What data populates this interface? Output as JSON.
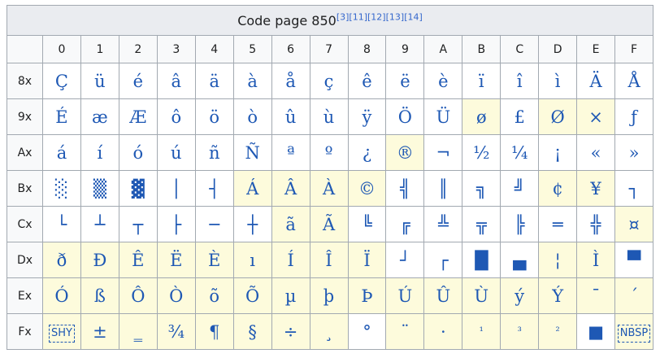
{
  "title": "Code page 850",
  "refs": [
    "[3]",
    "[11]",
    "[12]",
    "[13]",
    "[14]"
  ],
  "columns": [
    "0",
    "1",
    "2",
    "3",
    "4",
    "5",
    "6",
    "7",
    "8",
    "9",
    "A",
    "B",
    "C",
    "D",
    "E",
    "F"
  ],
  "rows": [
    {
      "label": "8x",
      "cells": [
        {
          "ch": "Ç",
          "h": 0
        },
        {
          "ch": "ü",
          "h": 0
        },
        {
          "ch": "é",
          "h": 0
        },
        {
          "ch": "â",
          "h": 0
        },
        {
          "ch": "ä",
          "h": 0
        },
        {
          "ch": "à",
          "h": 0
        },
        {
          "ch": "å",
          "h": 0
        },
        {
          "ch": "ç",
          "h": 0
        },
        {
          "ch": "ê",
          "h": 0
        },
        {
          "ch": "ë",
          "h": 0
        },
        {
          "ch": "è",
          "h": 0
        },
        {
          "ch": "ï",
          "h": 0
        },
        {
          "ch": "î",
          "h": 0
        },
        {
          "ch": "ì",
          "h": 0
        },
        {
          "ch": "Ä",
          "h": 0
        },
        {
          "ch": "Å",
          "h": 0
        }
      ]
    },
    {
      "label": "9x",
      "cells": [
        {
          "ch": "É",
          "h": 0
        },
        {
          "ch": "æ",
          "h": 0
        },
        {
          "ch": "Æ",
          "h": 0
        },
        {
          "ch": "ô",
          "h": 0
        },
        {
          "ch": "ö",
          "h": 0
        },
        {
          "ch": "ò",
          "h": 0
        },
        {
          "ch": "û",
          "h": 0
        },
        {
          "ch": "ù",
          "h": 0
        },
        {
          "ch": "ÿ",
          "h": 0
        },
        {
          "ch": "Ö",
          "h": 0
        },
        {
          "ch": "Ü",
          "h": 0
        },
        {
          "ch": "ø",
          "h": 1
        },
        {
          "ch": "£",
          "h": 0
        },
        {
          "ch": "Ø",
          "h": 1
        },
        {
          "ch": "×",
          "h": 1
        },
        {
          "ch": "ƒ",
          "h": 0
        }
      ]
    },
    {
      "label": "Ax",
      "cells": [
        {
          "ch": "á",
          "h": 0
        },
        {
          "ch": "í",
          "h": 0
        },
        {
          "ch": "ó",
          "h": 0
        },
        {
          "ch": "ú",
          "h": 0
        },
        {
          "ch": "ñ",
          "h": 0
        },
        {
          "ch": "Ñ",
          "h": 0
        },
        {
          "ch": "ª",
          "h": 0
        },
        {
          "ch": "º",
          "h": 0
        },
        {
          "ch": "¿",
          "h": 0
        },
        {
          "ch": "®",
          "h": 1
        },
        {
          "ch": "¬",
          "h": 0
        },
        {
          "ch": "½",
          "h": 0
        },
        {
          "ch": "¼",
          "h": 0
        },
        {
          "ch": "¡",
          "h": 0
        },
        {
          "ch": "«",
          "h": 0
        },
        {
          "ch": "»",
          "h": 0
        }
      ]
    },
    {
      "label": "Bx",
      "cells": [
        {
          "ch": "░",
          "h": 0
        },
        {
          "ch": "▒",
          "h": 0
        },
        {
          "ch": "▓",
          "h": 0
        },
        {
          "ch": "│",
          "h": 0
        },
        {
          "ch": "┤",
          "h": 0
        },
        {
          "ch": "Á",
          "h": 1
        },
        {
          "ch": "Â",
          "h": 1
        },
        {
          "ch": "À",
          "h": 1
        },
        {
          "ch": "©",
          "h": 1
        },
        {
          "ch": "╣",
          "h": 0
        },
        {
          "ch": "║",
          "h": 0
        },
        {
          "ch": "╗",
          "h": 0
        },
        {
          "ch": "╝",
          "h": 0
        },
        {
          "ch": "¢",
          "h": 1
        },
        {
          "ch": "¥",
          "h": 1
        },
        {
          "ch": "┐",
          "h": 0
        }
      ]
    },
    {
      "label": "Cx",
      "cells": [
        {
          "ch": "└",
          "h": 0
        },
        {
          "ch": "┴",
          "h": 0
        },
        {
          "ch": "┬",
          "h": 0
        },
        {
          "ch": "├",
          "h": 0
        },
        {
          "ch": "─",
          "h": 0
        },
        {
          "ch": "┼",
          "h": 0
        },
        {
          "ch": "ã",
          "h": 1
        },
        {
          "ch": "Ã",
          "h": 1
        },
        {
          "ch": "╚",
          "h": 0
        },
        {
          "ch": "╔",
          "h": 0
        },
        {
          "ch": "╩",
          "h": 0
        },
        {
          "ch": "╦",
          "h": 0
        },
        {
          "ch": "╠",
          "h": 0
        },
        {
          "ch": "═",
          "h": 0
        },
        {
          "ch": "╬",
          "h": 0
        },
        {
          "ch": "¤",
          "h": 1
        }
      ]
    },
    {
      "label": "Dx",
      "cells": [
        {
          "ch": "ð",
          "h": 1
        },
        {
          "ch": "Đ",
          "h": 1
        },
        {
          "ch": "Ê",
          "h": 1
        },
        {
          "ch": "Ë",
          "h": 1
        },
        {
          "ch": "È",
          "h": 1
        },
        {
          "ch": "ı",
          "h": 1
        },
        {
          "ch": "Í",
          "h": 1
        },
        {
          "ch": "Î",
          "h": 1
        },
        {
          "ch": "Ï",
          "h": 1
        },
        {
          "ch": "┘",
          "h": 0
        },
        {
          "ch": "┌",
          "h": 0
        },
        {
          "ch": "█",
          "h": 0
        },
        {
          "ch": "▄",
          "h": 0
        },
        {
          "ch": "¦",
          "h": 1
        },
        {
          "ch": "Ì",
          "h": 1
        },
        {
          "ch": "▀",
          "h": 0
        }
      ]
    },
    {
      "label": "Ex",
      "cells": [
        {
          "ch": "Ó",
          "h": 1
        },
        {
          "ch": "ß",
          "h": 1
        },
        {
          "ch": "Ô",
          "h": 1
        },
        {
          "ch": "Ò",
          "h": 1
        },
        {
          "ch": "õ",
          "h": 1
        },
        {
          "ch": "Õ",
          "h": 1
        },
        {
          "ch": "µ",
          "h": 1
        },
        {
          "ch": "þ",
          "h": 1
        },
        {
          "ch": "Þ",
          "h": 1
        },
        {
          "ch": "Ú",
          "h": 1
        },
        {
          "ch": "Û",
          "h": 1
        },
        {
          "ch": "Ù",
          "h": 1
        },
        {
          "ch": "ý",
          "h": 1
        },
        {
          "ch": "Ý",
          "h": 1
        },
        {
          "ch": "¯",
          "h": 1
        },
        {
          "ch": "´",
          "h": 1
        }
      ]
    },
    {
      "label": "Fx",
      "cells": [
        {
          "ch": "SHY",
          "h": 1,
          "boxed": 1
        },
        {
          "ch": "±",
          "h": 1
        },
        {
          "ch": "‗",
          "h": 1
        },
        {
          "ch": "¾",
          "h": 1
        },
        {
          "ch": "¶",
          "h": 1
        },
        {
          "ch": "§",
          "h": 1
        },
        {
          "ch": "÷",
          "h": 1
        },
        {
          "ch": "¸",
          "h": 1
        },
        {
          "ch": "°",
          "h": 0
        },
        {
          "ch": "¨",
          "h": 1
        },
        {
          "ch": "·",
          "h": 1
        },
        {
          "ch": "¹",
          "h": 1
        },
        {
          "ch": "³",
          "h": 1
        },
        {
          "ch": "²",
          "h": 1
        },
        {
          "ch": "■",
          "h": 0
        },
        {
          "ch": "NBSP",
          "h": 1,
          "boxed": 1
        }
      ]
    }
  ],
  "colors": {
    "highlight": "#fdfbdc",
    "glyph": "#1e58b4",
    "header_bg": "#f8f9fa",
    "border": "#a2a9b1"
  }
}
